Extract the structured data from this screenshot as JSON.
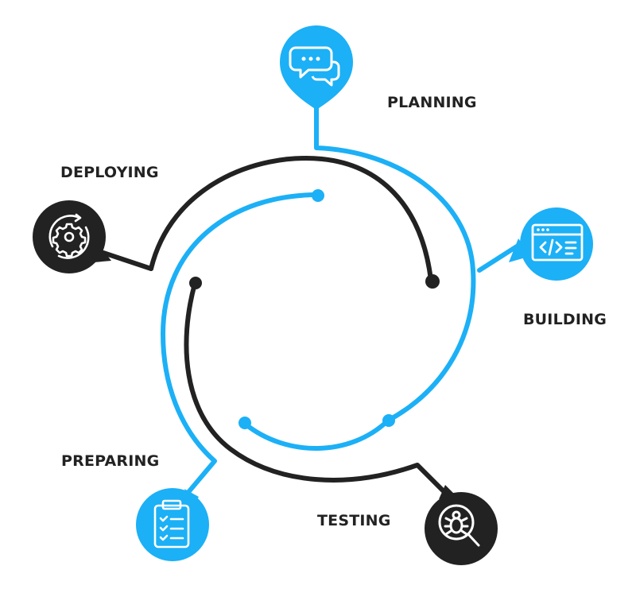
{
  "colors": {
    "blue": "#1cb0f6",
    "black": "#222222",
    "white": "#ffffff"
  },
  "stages": [
    {
      "id": "planning",
      "label": "PLANNING",
      "icon": "chat-bubbles-icon",
      "color": "blue"
    },
    {
      "id": "building",
      "label": "BUILDING",
      "icon": "code-window-icon",
      "color": "blue"
    },
    {
      "id": "testing",
      "label": "TESTING",
      "icon": "bug-magnifier-icon",
      "color": "black"
    },
    {
      "id": "preparing",
      "label": "PREPARING",
      "icon": "clipboard-checklist-icon",
      "color": "blue"
    },
    {
      "id": "deploying",
      "label": "DEPLOYING",
      "icon": "gear-cycle-icon",
      "color": "black"
    }
  ]
}
